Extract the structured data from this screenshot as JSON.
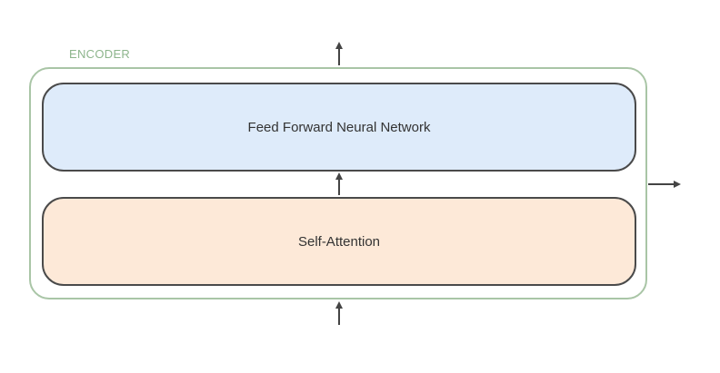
{
  "encoder": {
    "label": "ENCODER",
    "layers": {
      "feed_forward": "Feed Forward Neural Network",
      "self_attention": "Self-Attention"
    }
  },
  "colors": {
    "encoder_border": "#a9c5a6",
    "encoder_label": "#8db58c",
    "feed_forward_fill": "#deebfa",
    "self_attention_fill": "#fde9d8",
    "layer_border": "#4a4a4a",
    "arrow": "#444444"
  }
}
